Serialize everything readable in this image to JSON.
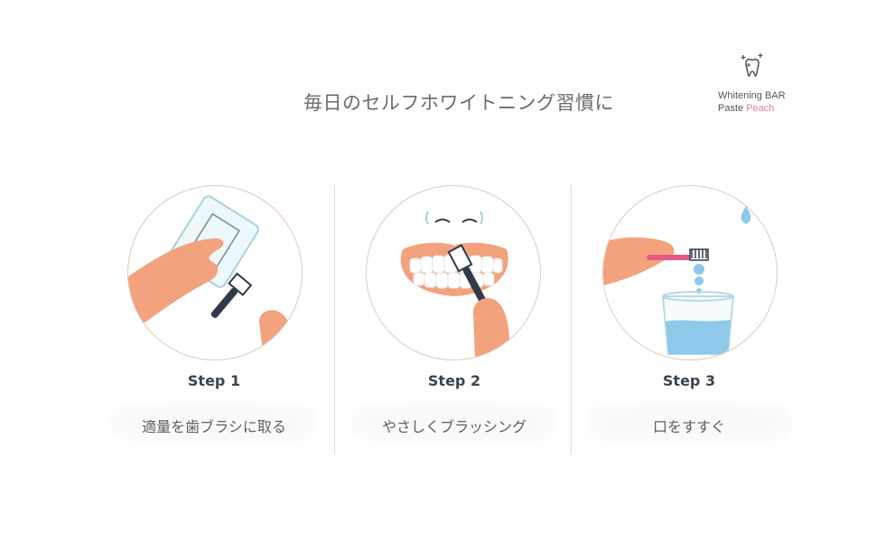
{
  "header": {
    "headline": "毎日のセルフホワイトニング習慣に"
  },
  "brand": {
    "icon": "tooth-sparkle-icon",
    "line1": "Whitening BAR",
    "line2_prefix": "Paste ",
    "line2_accent": "Peach",
    "accent_color": "#e07a9a"
  },
  "steps": [
    {
      "label": "Step 1",
      "description": "適量を歯ブラシに取る",
      "illustration": "toothpaste-on-brush-illustration"
    },
    {
      "label": "Step 2",
      "description": "やさしくブラッシング",
      "illustration": "brushing-teeth-illustration"
    },
    {
      "label": "Step 3",
      "description": "口をすすぐ",
      "illustration": "rinse-brush-water-glass-illustration"
    }
  ],
  "colors": {
    "skin": "#f3a27e",
    "brush_dark": "#2f3a4a",
    "water": "#8ec9ea",
    "circle_border": "#e3c9bb",
    "text_gray": "#5e5e5e",
    "step_label": "#3a4550"
  }
}
